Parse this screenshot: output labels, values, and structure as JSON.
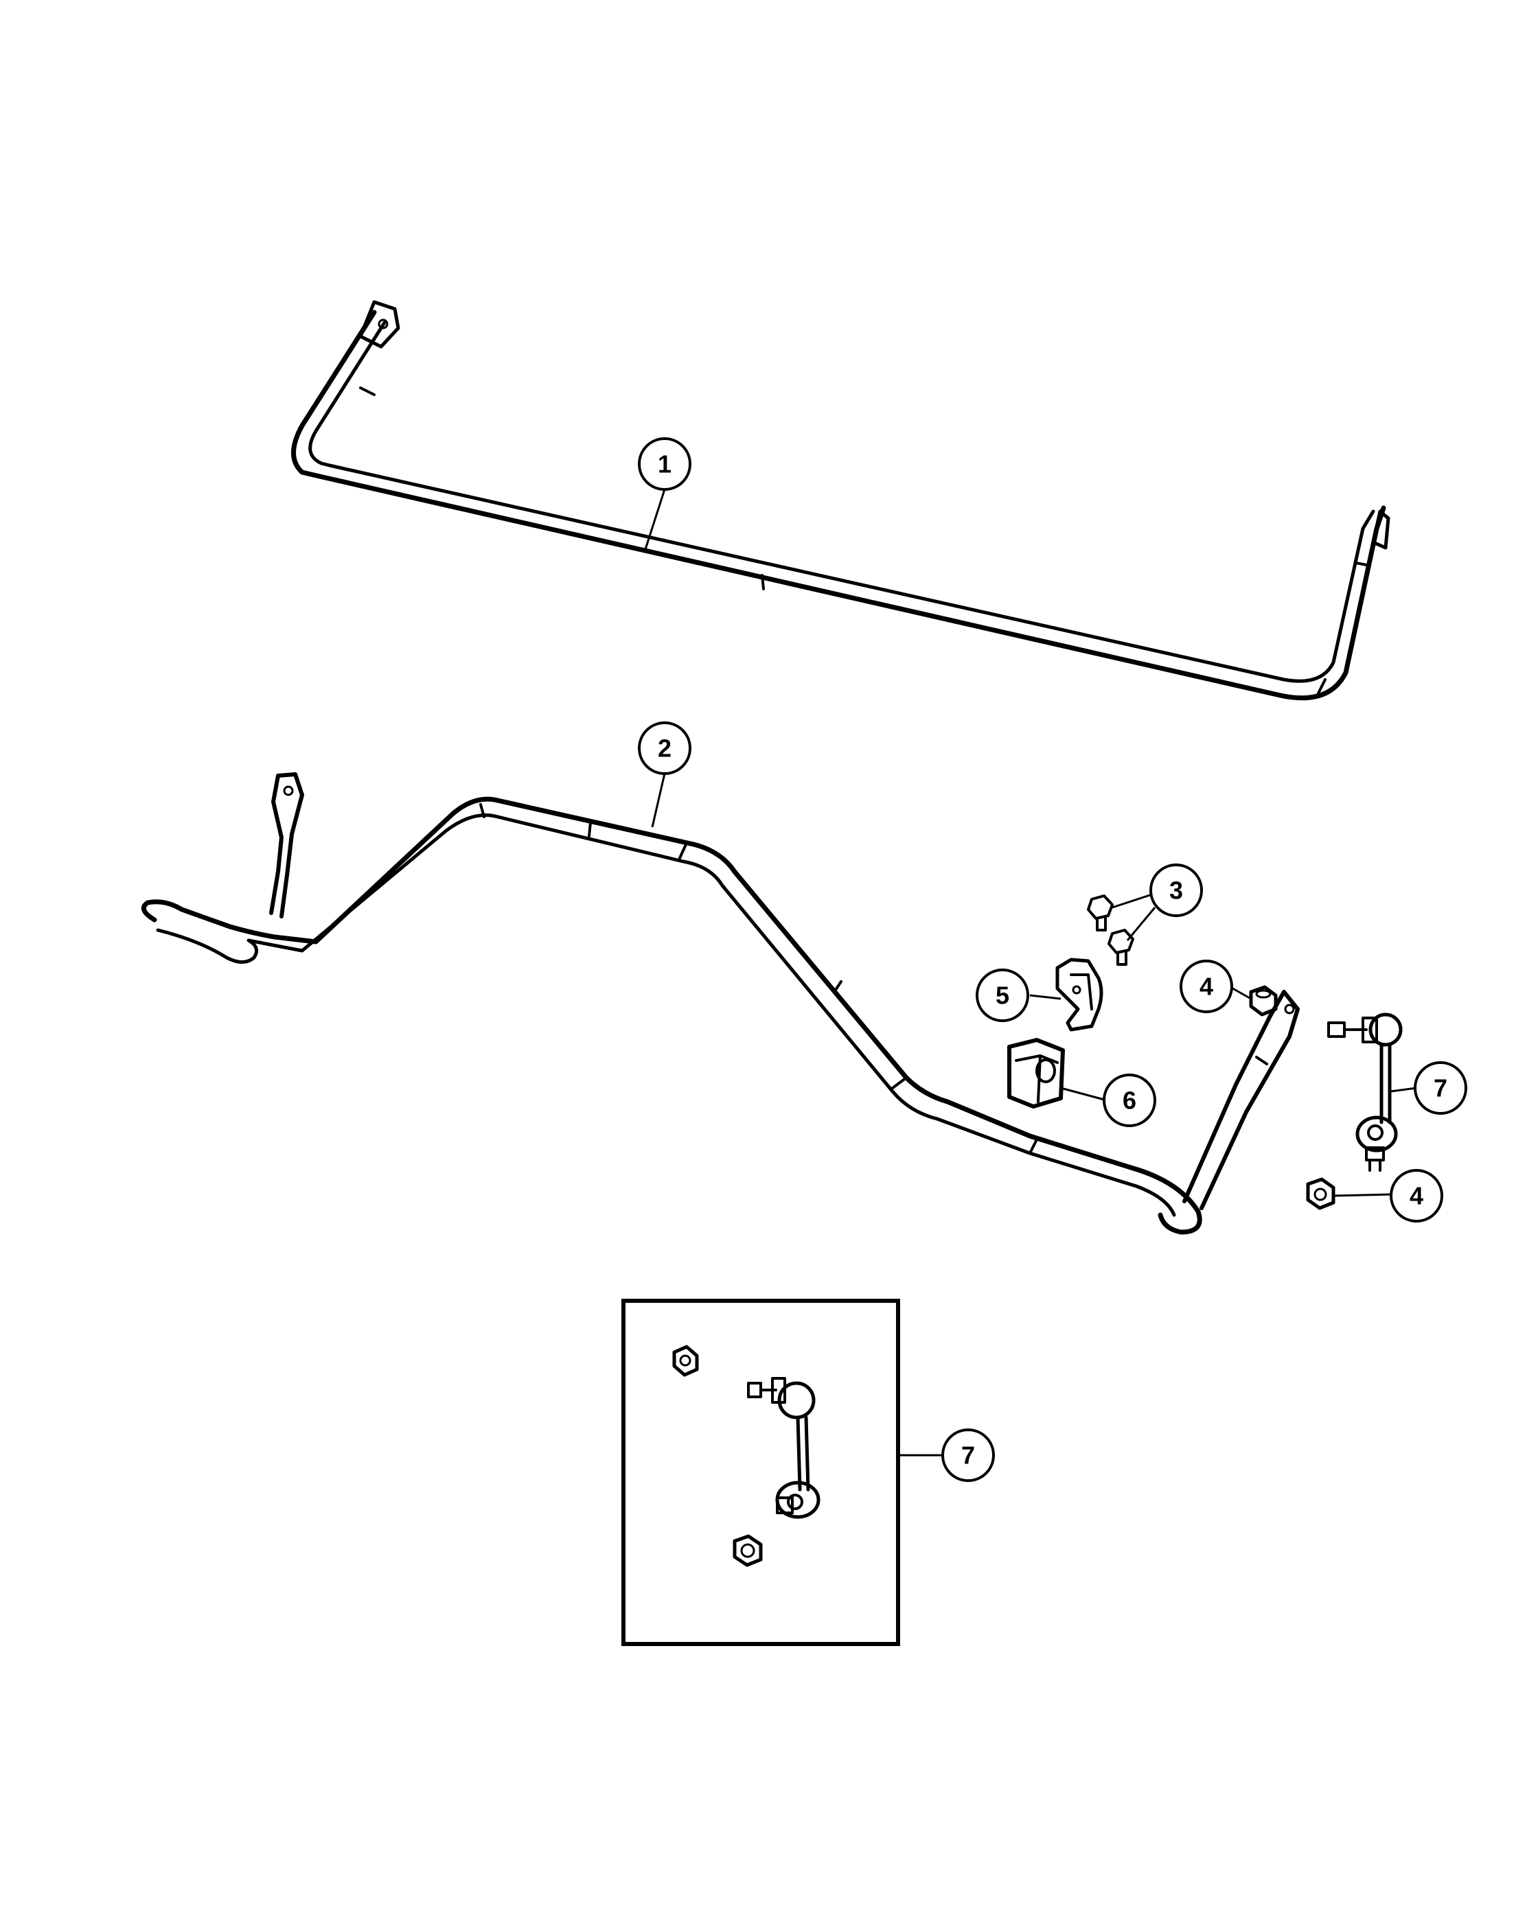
{
  "callouts": {
    "c1": "1",
    "c2": "2",
    "c3": "3",
    "c4a": "4",
    "c4b": "4",
    "c5": "5",
    "c6": "6",
    "c7a": "7",
    "c7b": "7"
  }
}
